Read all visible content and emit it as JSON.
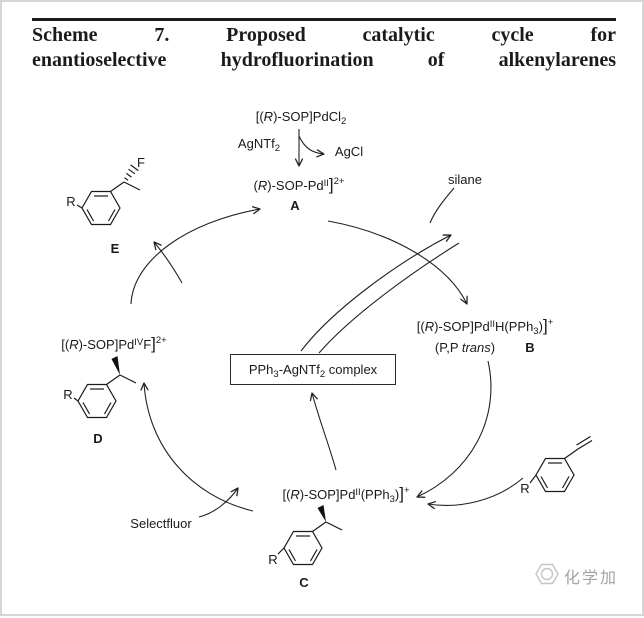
{
  "title": {
    "line1": "Scheme 7. Proposed catalytic cycle for",
    "line2": "enantioselective hydrofluorination of alkenylarenes"
  },
  "reagents": {
    "silane": "silane",
    "selectfluor": "Selectfluor",
    "agntf2_main": "AgNTf",
    "agntf2_sub": "2",
    "agcl": "AgCl"
  },
  "precursor": {
    "pre": "[(",
    "r": "R",
    "post": ")-SOP]PdCl",
    "sub": "2"
  },
  "a": {
    "pre": "(",
    "r": "R",
    "post": ")-SOP-Pd",
    "ox": "II",
    "bracket": "]",
    "charge": "2+",
    "label": "A"
  },
  "b": {
    "pre": "[(",
    "r": "R",
    "post": ")-SOP]Pd",
    "ox": "II",
    "mid": "H(PPh",
    "sub": "3",
    "end": ")",
    "bracket": "]",
    "charge": "+",
    "note_pre": "(P,P ",
    "note_italic": "trans",
    "note_post": ")",
    "label": "B"
  },
  "c": {
    "pre": "[(",
    "r": "R",
    "post": ")-SOP]Pd",
    "ox": "II",
    "mid": "(PPh",
    "sub": "3",
    "end": ")",
    "bracket": "]",
    "charge": "+",
    "label": "C"
  },
  "d": {
    "pre": "[(",
    "r": "R",
    "post": ")-SOP]Pd",
    "ox": "IV",
    "mid": "F",
    "bracket": "]",
    "charge": "2+",
    "label": "D"
  },
  "e": {
    "label": "E",
    "fluorine": "F"
  },
  "center_box": {
    "p1": "PPh",
    "s1": "3",
    "p2": "-AgNTf",
    "s2": "2",
    "p3": " complex"
  },
  "r_substituent": "R",
  "watermark": {
    "text": "化学加"
  }
}
